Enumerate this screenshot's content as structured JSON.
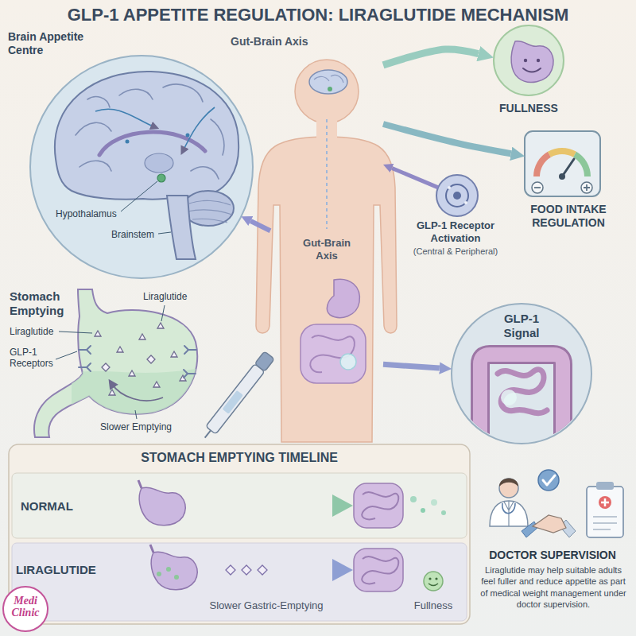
{
  "diagram": {
    "title": "GLP-1 APPETITE REGULATION: LIRAGLUTIDE MECHANISM",
    "nodes": [
      {
        "text": [
          "Brain Appetite Centre"
        ]
      },
      {
        "text": [
          "Gut-Brain Axis"
        ]
      },
      {
        "text": [
          "FULLNESS"
        ]
      },
      {
        "text": [
          "FOOD INTAKE REGULATION"
        ]
      },
      {
        "text": [
          "GLP-1 Receptor Activation",
          "(Central & Peripheral)"
        ]
      },
      {
        "text": [
          "Stomach Emptying"
        ]
      },
      {
        "text": [
          "GLP-1 Signal"
        ]
      },
      {
        "text": [
          "STOMACH EMPTYING TIMELINE"
        ]
      },
      {
        "text": [
          "NORMAL"
        ],
        "in": 7
      },
      {
        "text": [
          "LIRAGLUTIDE",
          "Slower Gastric-Emptying",
          "Fullness"
        ],
        "in": 7
      },
      {
        "text": [
          "Medi Clinic"
        ]
      }
    ],
    "edges": [
      {
        "from": 1,
        "to": 0,
        "arrow": "to"
      },
      {
        "from": 1,
        "to": 2,
        "arrow": "to"
      },
      {
        "from": 1,
        "to": 3,
        "arrow": "to"
      },
      {
        "from": 4,
        "to": 1,
        "arrow": "to"
      },
      {
        "from": 1,
        "to": 6,
        "arrow": "to"
      }
    ],
    "labels": [
      "Gut-Brain Axis",
      "Hypothalamus",
      "Brainstem",
      "Liraglutide",
      "Liraglutide",
      "GLP-1 Receptors",
      "Slower Emptying",
      "DOCTOR SUPERVISION",
      "Liraglutide may help suitable adults feel fuller and reduce appetite as part of medical weight management under doctor supervision."
    ]
  }
}
